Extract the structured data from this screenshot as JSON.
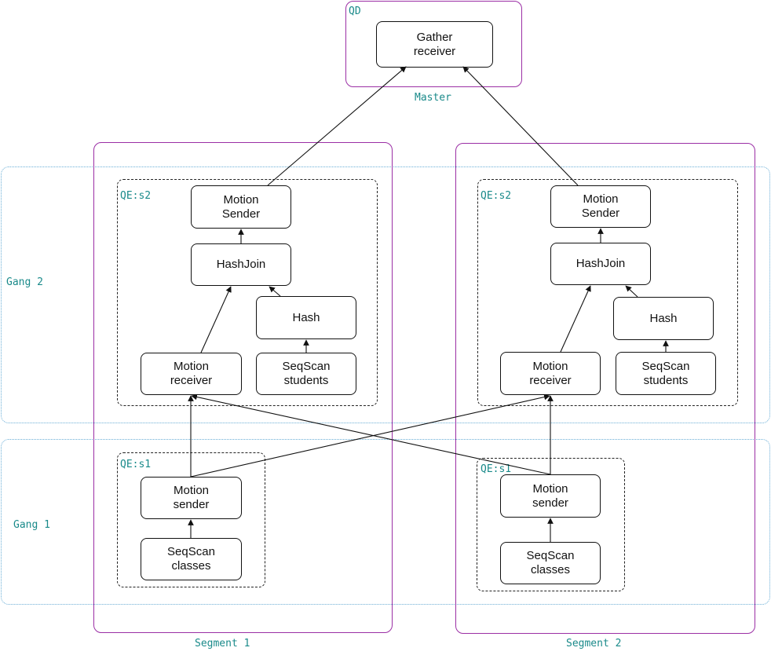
{
  "master": {
    "qd_label": "QD",
    "gather_node": "Gather\nreceiver",
    "master_label": "Master"
  },
  "gangs": {
    "gang2_label": "Gang 2",
    "gang1_label": "Gang 1"
  },
  "segment1": {
    "label": "Segment 1",
    "qe_s2_label": "QE:s2",
    "qe_s1_label": "QE:s1",
    "motion_sender_top": "Motion\nSender",
    "hashjoin": "HashJoin",
    "hash": "Hash",
    "motion_receiver": "Motion\nreceiver",
    "seqscan_students": "SeqScan\nstudents",
    "motion_sender_bottom": "Motion\nsender",
    "seqscan_classes": "SeqScan\nclasses"
  },
  "segment2": {
    "label": "Segment 2",
    "qe_s2_label": "QE:s2",
    "qe_s1_label": "QE:s1",
    "motion_sender_top": "Motion\nSender",
    "hashjoin": "HashJoin",
    "hash": "Hash",
    "motion_receiver": "Motion\nreceiver",
    "seqscan_students": "SeqScan\nstudents",
    "motion_sender_bottom": "Motion\nsender",
    "seqscan_classes": "SeqScan\nclasses"
  },
  "colors": {
    "segment_border": "#9b2fa5",
    "gang_border": "#6aaed6",
    "label_text": "#1a8a8a"
  }
}
